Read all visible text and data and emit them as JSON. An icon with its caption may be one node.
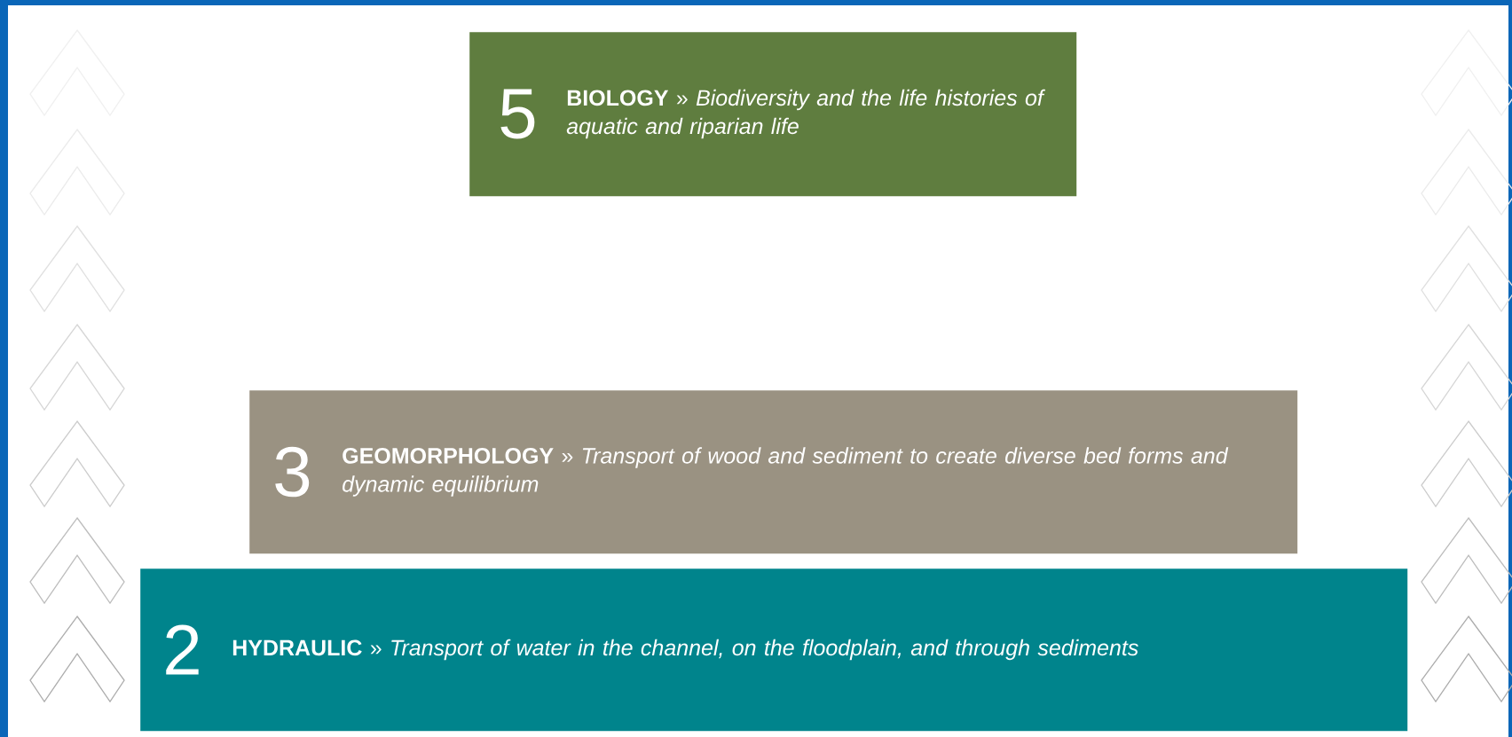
{
  "diagram": {
    "nodes": [
      {
        "text": [
          "5",
          "**BIOLOGY** » *Biodiversity and the life histories of aquatic and riparian life*"
        ]
      },
      {
        "text": [
          "3",
          "**GEOMORPHOLOGY** » *Transport of wood and sediment to create diverse bed forms and dynamic equilibrium*"
        ]
      },
      {
        "text": [
          "2",
          "**HYDRAULIC** » *Transport of water in the channel, on the floodplain, and through sediments*"
        ]
      }
    ]
  }
}
